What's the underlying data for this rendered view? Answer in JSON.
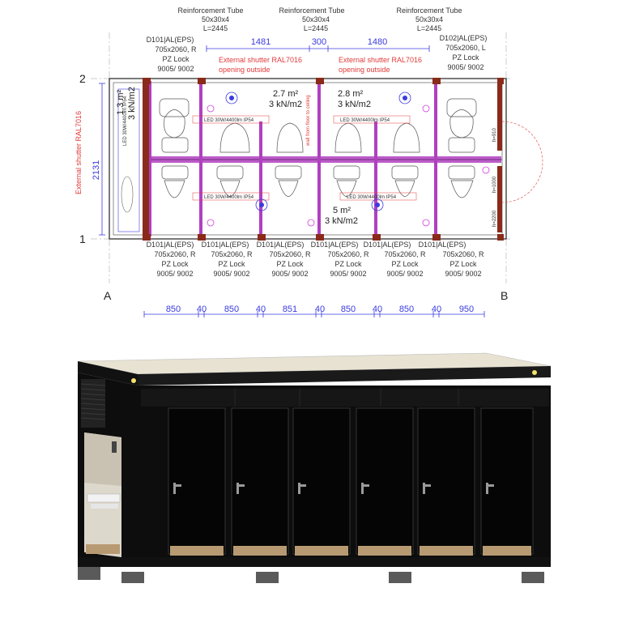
{
  "plan": {
    "reinforcement_tubes": [
      {
        "title": "Reinforcement Tube",
        "size": "50x30x4",
        "length": "L=2445"
      },
      {
        "title": "Reinforcement Tube",
        "size": "50x30x4",
        "length": "L=2445"
      },
      {
        "title": "Reinforcement Tube",
        "size": "50x30x4",
        "length": "L=2445"
      }
    ],
    "door_top_left": {
      "code": "D101|AL(EPS)",
      "size": "705x2060, R",
      "lock": "PZ Lock",
      "color": "9005/ 9002"
    },
    "door_top_right": {
      "code": "D102|AL(EPS)",
      "size": "705x2060, L",
      "lock": "PZ Lock",
      "color": "9005/ 9002"
    },
    "top_dims": [
      "1481",
      "300",
      "1480"
    ],
    "shutters": [
      {
        "line1": "External shutter RAL7016",
        "line2": "opening outside"
      },
      {
        "line1": "External shutter RAL7016",
        "line2": "opening outside"
      }
    ],
    "side_shutter": "External shutter RAL7016",
    "side_dim": "2131",
    "row_labels": [
      "2",
      "1"
    ],
    "col_labels": [
      "A",
      "B"
    ],
    "areas": [
      {
        "value": "2.7 m²",
        "load": "3 kN/m2"
      },
      {
        "value": "2.8 m²",
        "load": "3 kN/m2"
      },
      {
        "value": "5 m²",
        "load": "3 kN/m2"
      },
      {
        "value": "1.3 m²",
        "load": "3 kN/m2"
      }
    ],
    "led_labels": [
      "LED  30W/4400lm  IP54",
      "LED  30W/4400lm  IP54",
      "LED  30W/4400lm  IP54",
      "LED  30W/4400lm  IP54"
    ],
    "side_led": "LED 30W/4400lm IP54",
    "wall_note": "wall from floor to ceiling",
    "bottom_doors": [
      {
        "code": "D101|AL(EPS)",
        "size": "705x2060, R",
        "lock": "PZ Lock",
        "color": "9005/ 9002"
      },
      {
        "code": "D101|AL(EPS)",
        "size": "705x2060, R",
        "lock": "PZ Lock",
        "color": "9005/ 9002"
      },
      {
        "code": "D101|AL(EPS)",
        "size": "705x2060, R",
        "lock": "PZ Lock",
        "color": "9005/ 9002"
      },
      {
        "code": "D101|AL(EPS)",
        "size": "705x2060, R",
        "lock": "PZ Lock",
        "color": "9005/ 9002"
      },
      {
        "code": "D101|AL(EPS)",
        "size": "705x2060, R",
        "lock": "PZ Lock",
        "color": "9005/ 9002"
      },
      {
        "code": "D101|AL(EPS)",
        "size": "705x2060, R",
        "lock": "PZ Lock",
        "color": "9005/ 9002"
      }
    ],
    "bottom_dims": [
      "850",
      "40",
      "850",
      "40",
      "851",
      "40",
      "850",
      "40",
      "850",
      "40",
      "950"
    ],
    "right_side_dims": [
      "h=910",
      "h=1000",
      "h=2200"
    ]
  },
  "colors": {
    "dim_blue": "#3b3be0",
    "shutter_red": "#e23a3a",
    "wall_purple": "#b040c0",
    "post_red": "#8a2a1a",
    "container_black": "#0d0d0d",
    "roof_beige": "#e8e2d2"
  }
}
